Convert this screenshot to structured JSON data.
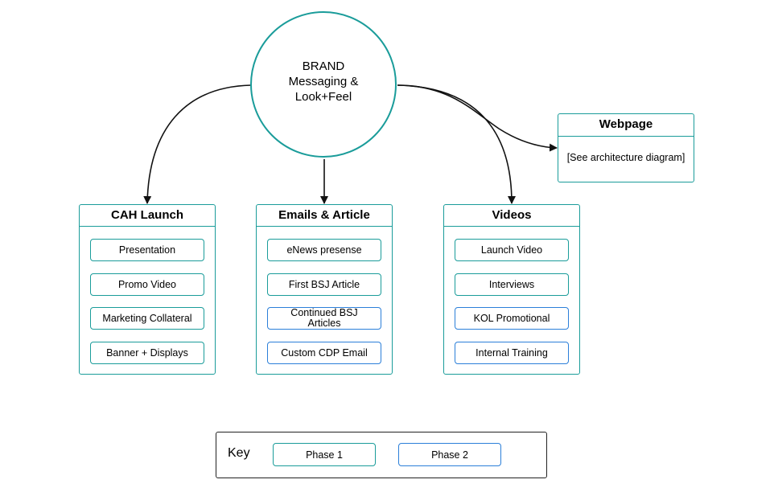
{
  "hub": {
    "label": "BRAND\nMessaging &\nLook+Feel"
  },
  "groups": [
    {
      "title": "CAH Launch",
      "items": [
        {
          "label": "Presentation",
          "phase": 1
        },
        {
          "label": "Promo Video",
          "phase": 1
        },
        {
          "label": "Marketing Collateral",
          "phase": 1
        },
        {
          "label": "Banner + Displays",
          "phase": 1
        }
      ]
    },
    {
      "title": "Emails & Article",
      "items": [
        {
          "label": "eNews presense",
          "phase": 1
        },
        {
          "label": "First BSJ Article",
          "phase": 1
        },
        {
          "label": "Continued BSJ Articles",
          "phase": 2
        },
        {
          "label": "Custom CDP Email",
          "phase": 2
        }
      ]
    },
    {
      "title": "Videos",
      "items": [
        {
          "label": "Launch Video",
          "phase": 1
        },
        {
          "label": "Interviews",
          "phase": 1
        },
        {
          "label": "KOL Promotional",
          "phase": 2
        },
        {
          "label": "Internal Training",
          "phase": 2
        }
      ]
    }
  ],
  "webpage": {
    "title": "Webpage",
    "body": "[See architecture diagram]"
  },
  "key": {
    "title": "Key",
    "phase1_label": "Phase 1",
    "phase2_label": "Phase 2"
  },
  "colors": {
    "phase1": "#1a9c9a",
    "phase2": "#2b7fd9",
    "connector": "#111111"
  }
}
